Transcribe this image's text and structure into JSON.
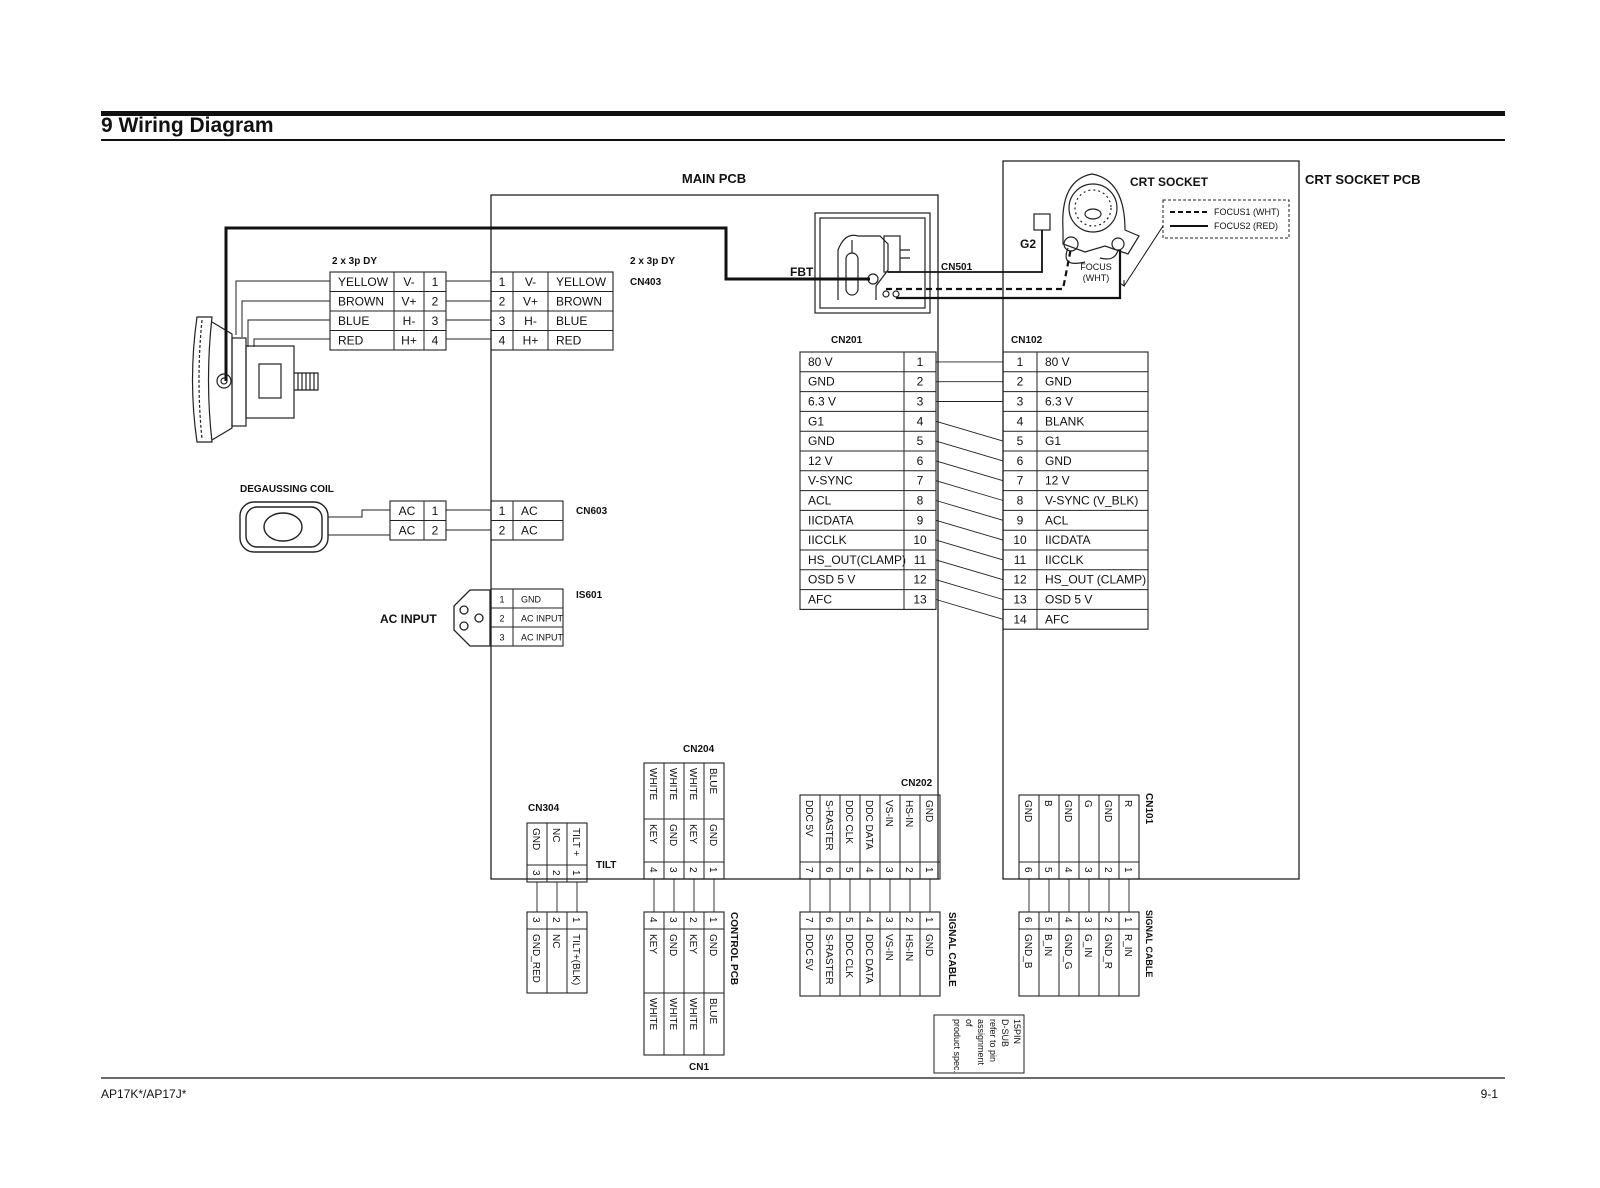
{
  "title": "9 Wiring Diagram",
  "footer": {
    "model": "AP17K*/AP17J*",
    "page": "9-1"
  },
  "boards": {
    "main": "MAIN PCB",
    "crt": "CRT SOCKET PCB",
    "crt_socket": "CRT SOCKET",
    "control": "CONTROL PCB"
  },
  "labels": {
    "dy_left": "2 x 3p DY",
    "dy_right": "2 x 3p DY",
    "cn403": "CN403",
    "fbt": "FBT",
    "cn501": "CN501",
    "g2": "G2",
    "focus": "FOCUS",
    "focus_wht": "(WHT)",
    "focus1": "FOCUS1 (WHT)",
    "focus2": "FOCUS2 (RED)",
    "degauss": "DEGAUSSING COIL",
    "cn603": "CN603",
    "ac_input": "AC INPUT",
    "is601": "IS601",
    "cn201": "CN201",
    "cn102": "CN102",
    "cn204": "CN204",
    "cn304": "CN304",
    "tilt": "TILT",
    "cn202": "CN202",
    "cn101": "CN101",
    "signal_cable_1": "SIGNAL CABLE",
    "signal_cable_2": "SIGNAL CABLE",
    "cn1": "CN1",
    "dsub": [
      "15PIN",
      "D-SUB",
      "refer to pin",
      "assignment",
      "of",
      "product spec."
    ]
  },
  "dy_left": [
    {
      "color": "YELLOW",
      "sig": "V-",
      "pin": "1"
    },
    {
      "color": "BROWN",
      "sig": "V+",
      "pin": "2"
    },
    {
      "color": "BLUE",
      "sig": "H-",
      "pin": "3"
    },
    {
      "color": "RED",
      "sig": "H+",
      "pin": "4"
    }
  ],
  "cn403": [
    {
      "pin": "1",
      "sig": "V-",
      "color": "YELLOW"
    },
    {
      "pin": "2",
      "sig": "V+",
      "color": "BROWN"
    },
    {
      "pin": "3",
      "sig": "H-",
      "color": "BLUE"
    },
    {
      "pin": "4",
      "sig": "H+",
      "color": "RED"
    }
  ],
  "degauss_rows": [
    {
      "sig": "AC",
      "pin": "1"
    },
    {
      "sig": "AC",
      "pin": "2"
    }
  ],
  "cn603": [
    {
      "pin": "1",
      "sig": "AC"
    },
    {
      "pin": "2",
      "sig": "AC"
    }
  ],
  "is601": [
    {
      "pin": "1",
      "sig": "GND"
    },
    {
      "pin": "2",
      "sig": "AC INPUT"
    },
    {
      "pin": "3",
      "sig": "AC INPUT"
    }
  ],
  "cn201": [
    {
      "sig": "80 V",
      "pin": "1"
    },
    {
      "sig": "GND",
      "pin": "2"
    },
    {
      "sig": "6.3 V",
      "pin": "3"
    },
    {
      "sig": "G1",
      "pin": "4"
    },
    {
      "sig": "GND",
      "pin": "5"
    },
    {
      "sig": "12 V",
      "pin": "6"
    },
    {
      "sig": "V-SYNC",
      "pin": "7"
    },
    {
      "sig": "ACL",
      "pin": "8"
    },
    {
      "sig": "IICDATA",
      "pin": "9"
    },
    {
      "sig": "IICCLK",
      "pin": "10"
    },
    {
      "sig": "HS_OUT(CLAMP)",
      "pin": "11"
    },
    {
      "sig": "OSD 5 V",
      "pin": "12"
    },
    {
      "sig": "AFC",
      "pin": "13"
    }
  ],
  "cn102": [
    {
      "pin": "1",
      "sig": "80 V"
    },
    {
      "pin": "2",
      "sig": "GND"
    },
    {
      "pin": "3",
      "sig": "6.3 V"
    },
    {
      "pin": "4",
      "sig": "BLANK"
    },
    {
      "pin": "5",
      "sig": "G1"
    },
    {
      "pin": "6",
      "sig": "GND"
    },
    {
      "pin": "7",
      "sig": "12 V"
    },
    {
      "pin": "8",
      "sig": "V-SYNC (V_BLK)"
    },
    {
      "pin": "9",
      "sig": "ACL"
    },
    {
      "pin": "10",
      "sig": "IICDATA"
    },
    {
      "pin": "11",
      "sig": "IICCLK"
    },
    {
      "pin": "12",
      "sig": "HS_OUT (CLAMP)"
    },
    {
      "pin": "13",
      "sig": "OSD 5 V"
    },
    {
      "pin": "14",
      "sig": "AFC"
    }
  ],
  "cn304": [
    {
      "pin": "3",
      "sig": "GND"
    },
    {
      "pin": "2",
      "sig": "NC"
    },
    {
      "pin": "1",
      "sig": "TILT +"
    }
  ],
  "cn204": [
    {
      "pin": "4",
      "sig": "KEY",
      "color": "WHITE"
    },
    {
      "pin": "3",
      "sig": "GND",
      "color": "WHITE"
    },
    {
      "pin": "2",
      "sig": "KEY",
      "color": "WHITE"
    },
    {
      "pin": "1",
      "sig": "GND",
      "color": "BLUE"
    }
  ],
  "cn202": [
    {
      "pin": "7",
      "sig": "DDC 5V"
    },
    {
      "pin": "6",
      "sig": "S-RASTER"
    },
    {
      "pin": "5",
      "sig": "DDC CLK"
    },
    {
      "pin": "4",
      "sig": "DDC DATA"
    },
    {
      "pin": "3",
      "sig": "VS-IN"
    },
    {
      "pin": "2",
      "sig": "HS-IN"
    },
    {
      "pin": "1",
      "sig": "GND"
    }
  ],
  "cn101": [
    {
      "pin": "6",
      "sig": "GND"
    },
    {
      "pin": "5",
      "sig": "B"
    },
    {
      "pin": "4",
      "sig": "GND"
    },
    {
      "pin": "3",
      "sig": "G"
    },
    {
      "pin": "2",
      "sig": "GND"
    },
    {
      "pin": "1",
      "sig": "R"
    }
  ],
  "tilt_cable": [
    {
      "pin": "3",
      "sig": "GND_RED"
    },
    {
      "pin": "2",
      "sig": "NC"
    },
    {
      "pin": "1",
      "sig": "TILT+(BLK)"
    }
  ],
  "cn1": [
    {
      "pin": "4",
      "sig": "KEY",
      "color": "WHITE"
    },
    {
      "pin": "3",
      "sig": "GND",
      "color": "WHITE"
    },
    {
      "pin": "2",
      "sig": "KEY",
      "color": "WHITE"
    },
    {
      "pin": "1",
      "sig": "GND",
      "color": "BLUE"
    }
  ],
  "signal_cable_1": [
    {
      "pin": "7",
      "sig": "DDC 5V"
    },
    {
      "pin": "6",
      "sig": "S-RASTER"
    },
    {
      "pin": "5",
      "sig": "DDC CLK"
    },
    {
      "pin": "4",
      "sig": "DDC DATA"
    },
    {
      "pin": "3",
      "sig": "VS-IN"
    },
    {
      "pin": "2",
      "sig": "HS-IN"
    },
    {
      "pin": "1",
      "sig": "GND"
    }
  ],
  "signal_cable_2": [
    {
      "pin": "6",
      "sig": "GND_B"
    },
    {
      "pin": "5",
      "sig": "B_IN"
    },
    {
      "pin": "4",
      "sig": "GND_G"
    },
    {
      "pin": "3",
      "sig": "G_IN"
    },
    {
      "pin": "2",
      "sig": "GND_R"
    },
    {
      "pin": "1",
      "sig": "R_IN"
    }
  ]
}
